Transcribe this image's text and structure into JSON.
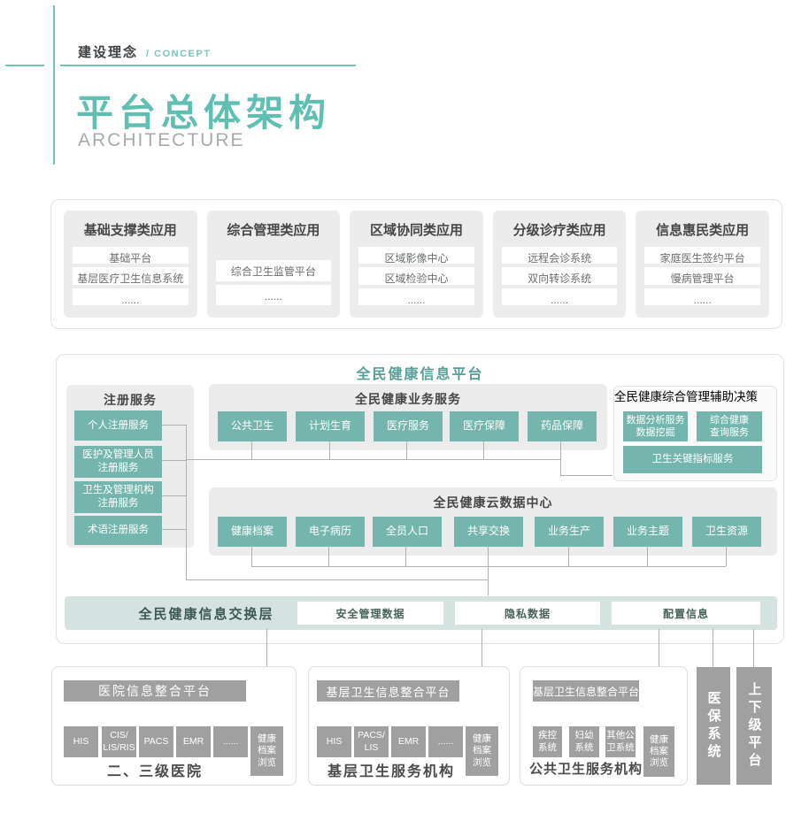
{
  "header": {
    "section_label": "建设理念",
    "section_label_en": "/ CONCEPT",
    "title": "平台总体架构",
    "subtitle": "ARCHITECTURE"
  },
  "colors": {
    "accent_teal": "#5fbfb2",
    "teal_box": "#74b5ae",
    "exchange_bg": "#d5e3e0",
    "gray_bar": "#a0a0a0",
    "panel_gray": "#ececec"
  },
  "top_row": {
    "panels": [
      {
        "title": "基础支撑类应用",
        "items": [
          "基础平台",
          "基层医疗卫生信息系统",
          "......"
        ]
      },
      {
        "title": "综合管理类应用",
        "items": [
          "综合卫生监管平台",
          "......"
        ]
      },
      {
        "title": "区域协同类应用",
        "items": [
          "区域影像中心",
          "区域检验中心",
          "......"
        ]
      },
      {
        "title": "分级诊疗类应用",
        "items": [
          "远程会诊系统",
          "双向转诊系统",
          "......"
        ]
      },
      {
        "title": "信息惠民类应用",
        "items": [
          "家庭医生签约平台",
          "慢病管理平台",
          "......"
        ]
      }
    ]
  },
  "platform": {
    "title": "全民健康信息平台",
    "registration": {
      "title": "注册服务",
      "boxes": [
        "个人注册服务",
        "医护及管理人员\n注册服务",
        "卫生及管理机构\n注册服务",
        "术语注册服务"
      ]
    },
    "business": {
      "title": "全民健康业务服务",
      "boxes": [
        "公共卫生",
        "计划生育",
        "医疗服务",
        "医疗保障",
        "药品保障"
      ]
    },
    "decision": {
      "title": "全民健康综合管理辅助决策",
      "boxes": [
        "数据分析服务\n数据挖掘",
        "综合健康\n查询服务",
        "卫生关键指标服务"
      ]
    },
    "cloud": {
      "title": "全民健康云数据中心",
      "boxes": [
        "健康档案",
        "电子病历",
        "全员人口",
        "共享交换",
        "业务生产",
        "业务主题",
        "卫生资源"
      ]
    },
    "exchange": {
      "title": "全民健康信息交换层",
      "boxes": [
        "安全管理数据",
        "隐私数据",
        "配置信息"
      ]
    }
  },
  "bottom": {
    "sections": [
      {
        "bar": "医院信息整合平台",
        "systems": [
          "HIS",
          "CIS/\nLIS/RIS",
          "PACS",
          "EMR",
          "......"
        ],
        "archive": "健康\n档案\n浏览",
        "label": "二、三级医院"
      },
      {
        "bar": "基层卫生信息整合平台",
        "systems": [
          "HIS",
          "PACS/\nLIS",
          "EMR",
          "......"
        ],
        "archive": "健康\n档案\n浏览",
        "label": "基层卫生服务机构"
      },
      {
        "bar": "基层卫生信息整合平台",
        "systems": [
          "疾控\n系统",
          "妇幼\n系统",
          "其他公\n卫系统"
        ],
        "archive": "健康\n档案\n浏览",
        "label": "公共卫生服务机构"
      }
    ],
    "side_bars": [
      "医保系统",
      "上下级平台"
    ]
  }
}
